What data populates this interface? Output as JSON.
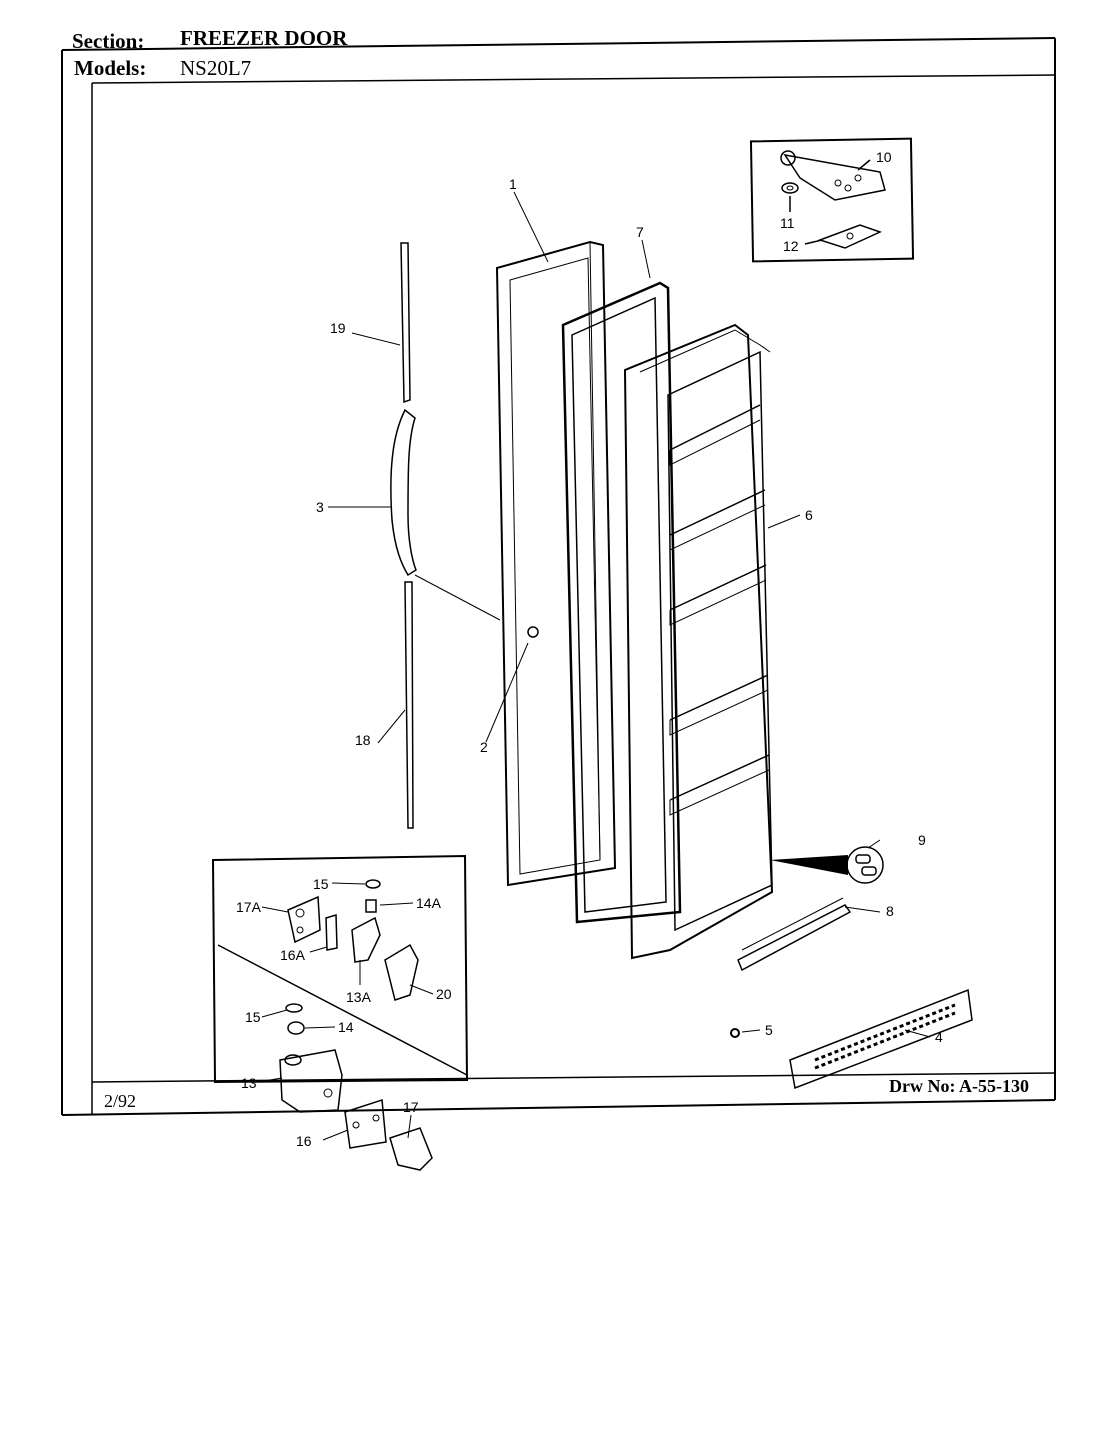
{
  "header": {
    "section_label": "Section:",
    "section_value": "FREEZER DOOR",
    "models_label": "Models:",
    "models_value": "NS20L7"
  },
  "footer": {
    "date": "2/92",
    "drawing_number": "Drw No: A-55-130"
  },
  "callouts": [
    {
      "id": "c1",
      "text": "1"
    },
    {
      "id": "c2",
      "text": "2"
    },
    {
      "id": "c3",
      "text": "3"
    },
    {
      "id": "c4",
      "text": "4"
    },
    {
      "id": "c5",
      "text": "5"
    },
    {
      "id": "c6",
      "text": "6"
    },
    {
      "id": "c7",
      "text": "7"
    },
    {
      "id": "c8",
      "text": "8"
    },
    {
      "id": "c9",
      "text": "9"
    },
    {
      "id": "c10",
      "text": "10"
    },
    {
      "id": "c11",
      "text": "11"
    },
    {
      "id": "c12",
      "text": "12"
    },
    {
      "id": "c13",
      "text": "13"
    },
    {
      "id": "c13A",
      "text": "13A"
    },
    {
      "id": "c14",
      "text": "14"
    },
    {
      "id": "c14A",
      "text": "14A"
    },
    {
      "id": "c15a",
      "text": "15"
    },
    {
      "id": "c15b",
      "text": "15"
    },
    {
      "id": "c16",
      "text": "16"
    },
    {
      "id": "c16A",
      "text": "16A"
    },
    {
      "id": "c17",
      "text": "17"
    },
    {
      "id": "c17A",
      "text": "17A"
    },
    {
      "id": "c18",
      "text": "18"
    },
    {
      "id": "c19",
      "text": "19"
    },
    {
      "id": "c20",
      "text": "20"
    }
  ]
}
